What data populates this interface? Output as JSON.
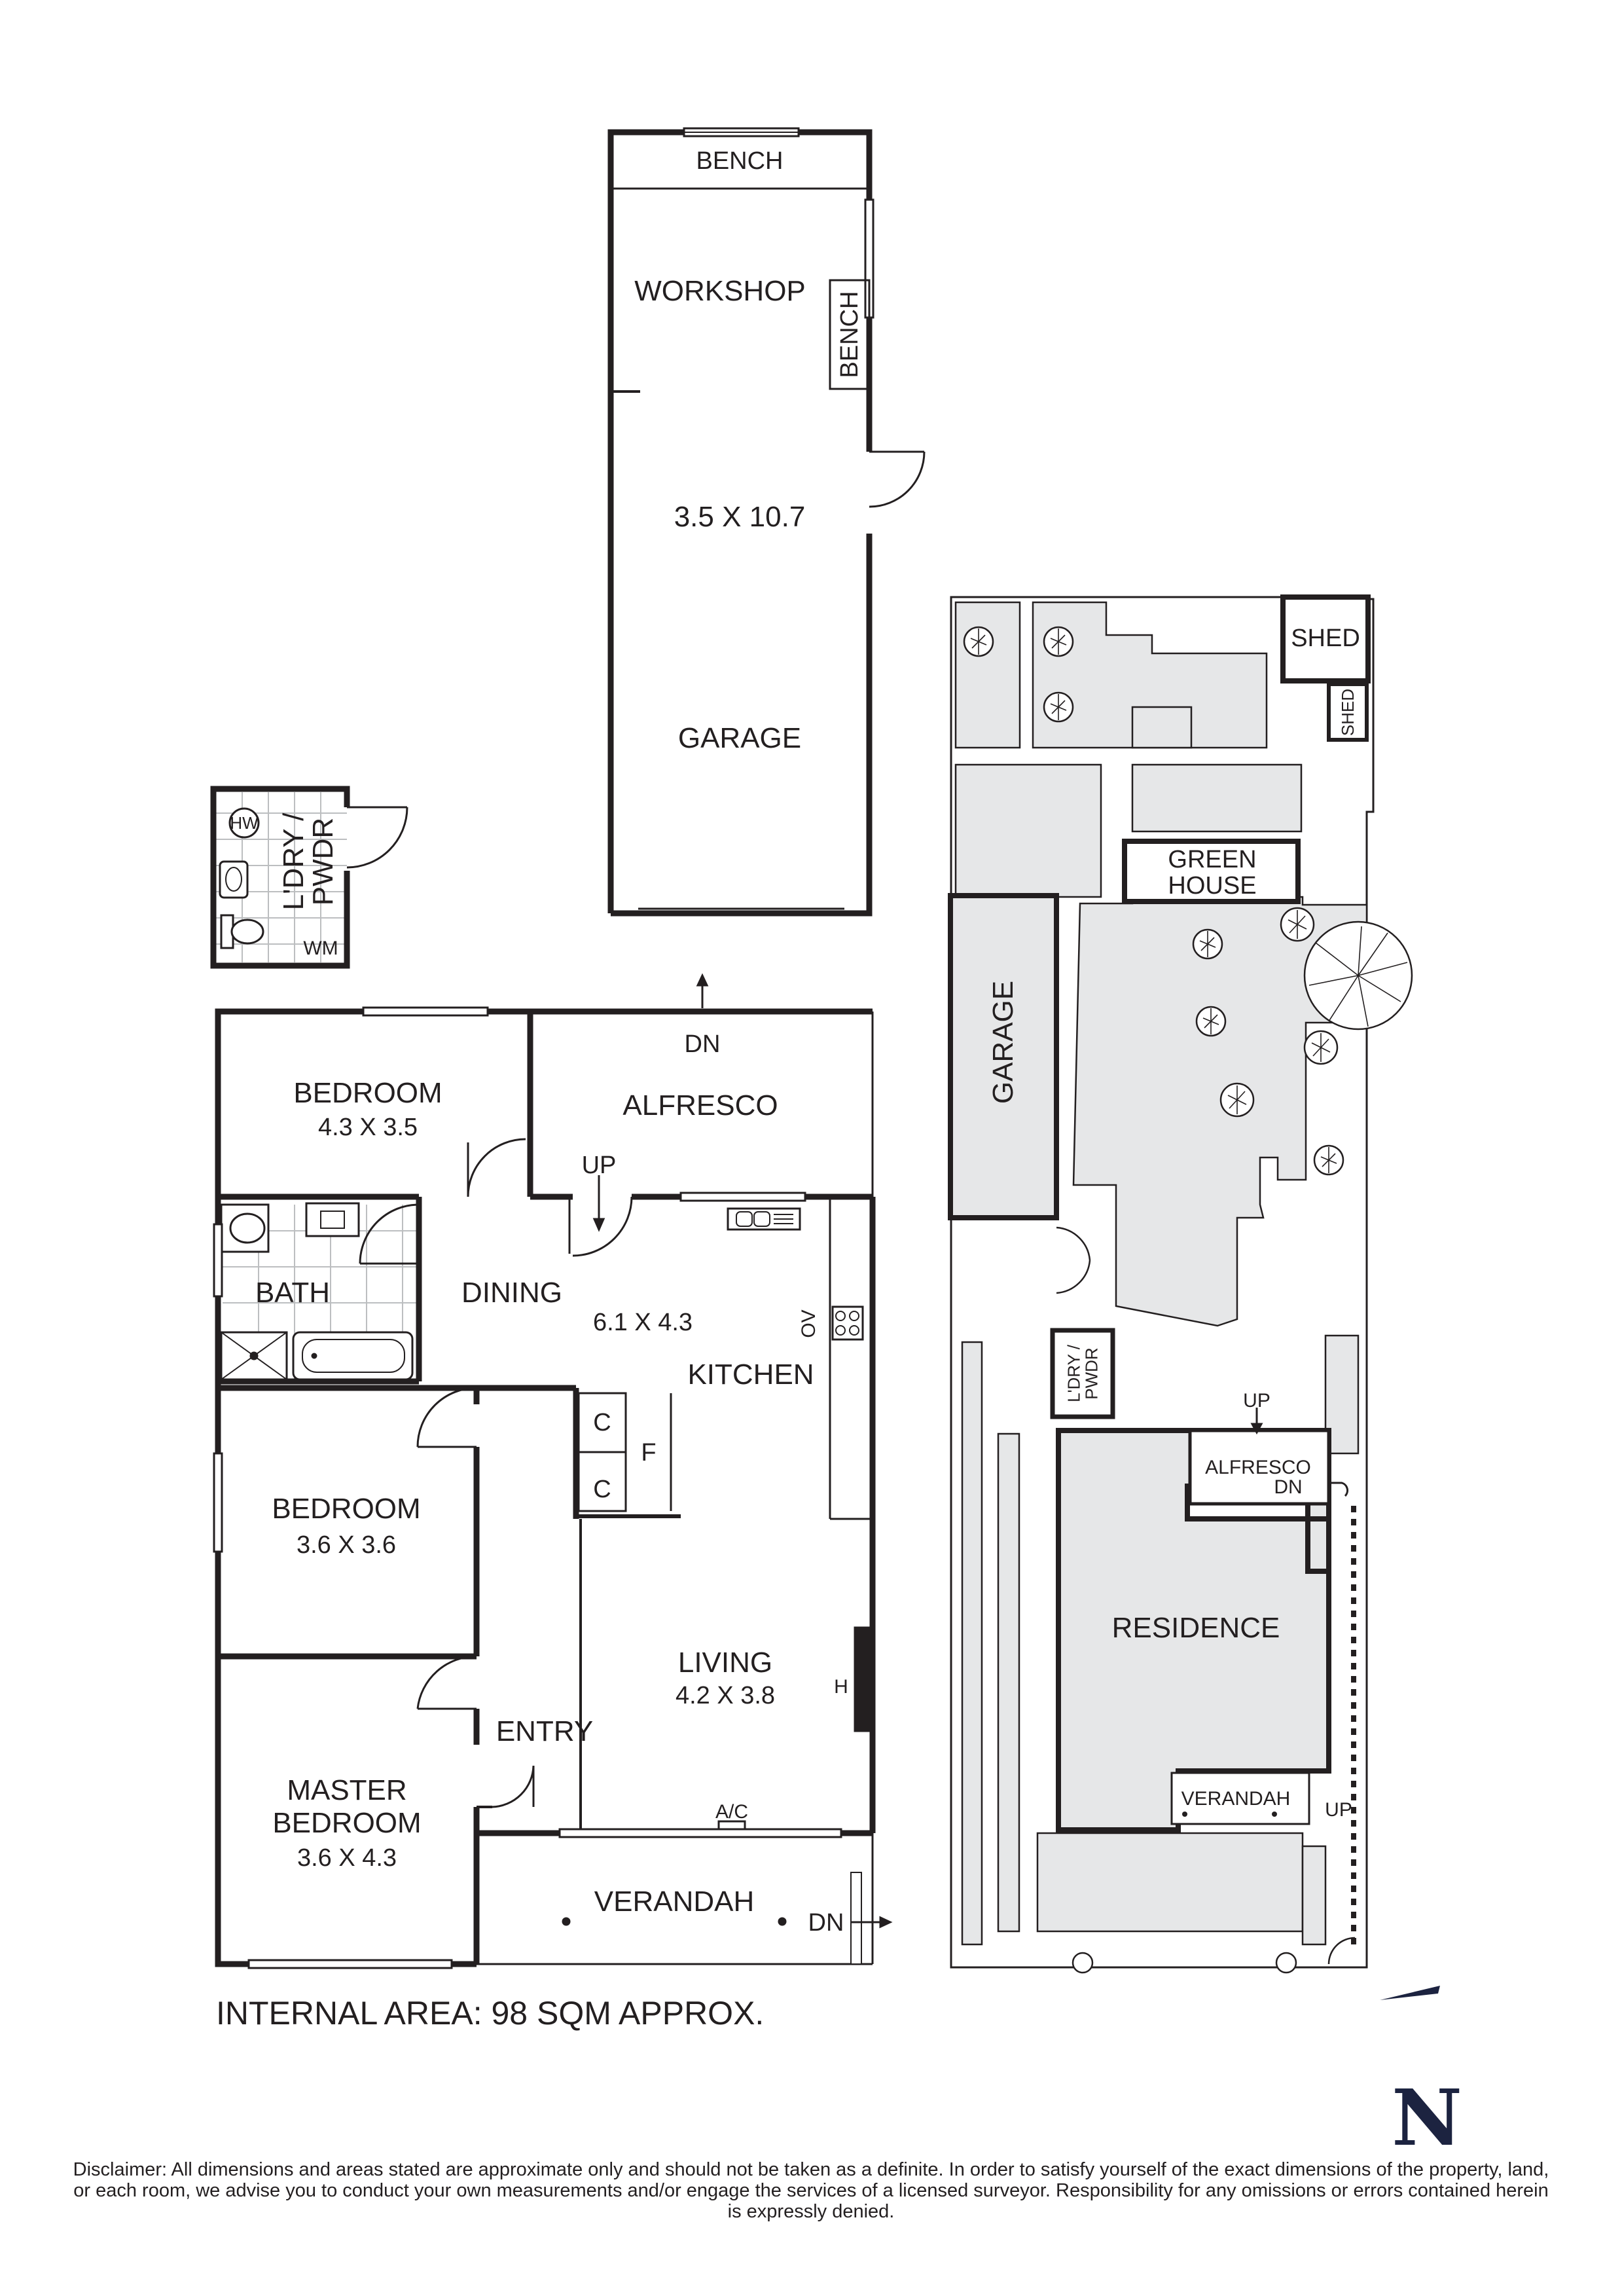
{
  "plan": {
    "workshop_building": {
      "bench_top": "BENCH",
      "workshop": "WORKSHOP",
      "bench_side": "BENCH",
      "size": "3.5 X 10.7",
      "garage": "GARAGE"
    },
    "laundry": {
      "hw": "HW",
      "label": "L'DRY /\nPWDR",
      "wm": "WM"
    },
    "house": {
      "bedroom1": {
        "name": "BEDROOM",
        "size": "4.3 X 3.5"
      },
      "alfresco": "ALFRESCO",
      "dn_top": "DN",
      "up": "UP",
      "bath": "BATH",
      "dining": "DINING",
      "dining_size": "6.1 X 4.3",
      "ov": "OV",
      "kitchen": "KITCHEN",
      "c1": "C",
      "c2": "C",
      "f": "F",
      "bedroom2": {
        "name": "BEDROOM",
        "size": "3.6 X 3.6"
      },
      "living": {
        "name": "LIVING",
        "size": "4.2 X 3.8"
      },
      "h": "H",
      "entry": "ENTRY",
      "master": {
        "line1": "MASTER",
        "line2": "BEDROOM",
        "size": "3.6 X 4.3"
      },
      "ac": "A/C",
      "verandah": "VERANDAH",
      "dn_verandah": "DN"
    },
    "site": {
      "shed_big": "SHED",
      "shed_small": "SHED",
      "greenhouse1": "GREEN",
      "greenhouse2": "HOUSE",
      "garage": "GARAGE",
      "ldry": "L'DRY /\nPWDR",
      "up": "UP",
      "alfresco": "ALFRESCO",
      "dn": "DN",
      "residence": "RESIDENCE",
      "verandah": "VERANDAH",
      "up2": "UP"
    }
  },
  "area_text": "INTERNAL AREA: 98 SQM APPROX.",
  "north": "N",
  "disclaimer": "Disclaimer: All dimensions and areas stated are approximate only and should not be taken as a definite. In order to satisfy yourself of the exact dimensions of the property, land, or each room, we advise you to conduct your own measurements and/or engage the services of a licensed surveyor. Responsibility for any omissions or errors contained herein is expressly denied.",
  "colors": {
    "line": "#231f20",
    "site_fill": "#e6e7e8",
    "north": "#1c2340"
  }
}
